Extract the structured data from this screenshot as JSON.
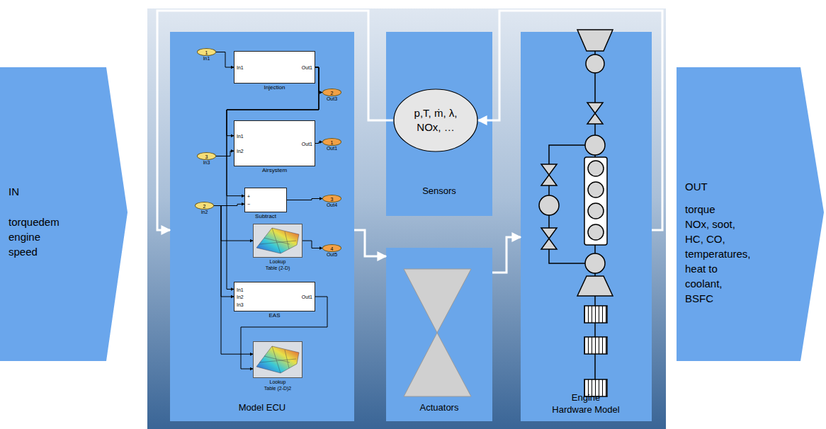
{
  "diagram": {
    "nodes": [
      {
        "text": [
          "IN",
          "torquedem engine speed"
        ]
      },
      {
        "text": [
          "Model ECU"
        ]
      },
      {
        "text": [
          "1",
          "In1"
        ],
        "in": 1
      },
      {
        "text": [
          "In1",
          "Out1",
          "Injection"
        ],
        "in": 1
      },
      {
        "text": [
          "2",
          "Out3"
        ],
        "in": 1
      },
      {
        "text": [
          "3",
          "In3"
        ],
        "in": 1
      },
      {
        "text": [
          "In1",
          "In2",
          "Out1",
          "Airsystem"
        ],
        "in": 1
      },
      {
        "text": [
          "1",
          "Out1"
        ],
        "in": 1
      },
      {
        "text": [
          "2",
          "In2"
        ],
        "in": 1
      },
      {
        "text": [
          "+",
          "−",
          "Subtract"
        ],
        "in": 1
      },
      {
        "text": [
          "3",
          "Out4"
        ],
        "in": 1
      },
      {
        "text": [
          "Lookup Table (2-D)"
        ],
        "in": 1
      },
      {
        "text": [
          "4",
          "Out5"
        ],
        "in": 1
      },
      {
        "text": [
          "In1",
          "In2",
          "In3",
          "Out1",
          "EAS"
        ],
        "in": 1
      },
      {
        "text": [
          "Lookup Table (2-D)2"
        ],
        "in": 1
      },
      {
        "text": [
          "Sensors"
        ]
      },
      {
        "text": [
          "p,T, ṁ, λ, NOx, …"
        ],
        "in": 15
      },
      {
        "text": [
          "Actuators"
        ]
      },
      {
        "text": [
          "Engine Hardware Model"
        ]
      },
      {
        "text": [
          "OUT",
          "torque",
          "NOx, soot, HC, CO, temperatures, heat to coolant, BSFC"
        ]
      }
    ],
    "edges": [
      {
        "from": 2,
        "to": 3,
        "arrow": "to"
      },
      {
        "from": 3,
        "to": 4,
        "arrow": "to"
      },
      {
        "from": 3,
        "to": 6,
        "arrow": "to"
      },
      {
        "from": 3,
        "to": 9,
        "arrow": "to"
      },
      {
        "from": 3,
        "to": 13,
        "arrow": "to"
      },
      {
        "from": 8,
        "to": 9,
        "arrow": "to"
      },
      {
        "from": 9,
        "to": 10,
        "arrow": "to"
      },
      {
        "from": 8,
        "to": 11,
        "arrow": "to"
      },
      {
        "from": 8,
        "to": 13,
        "arrow": "to"
      },
      {
        "from": 8,
        "to": 14,
        "arrow": "to"
      },
      {
        "from": 11,
        "to": 12,
        "arrow": "to"
      },
      {
        "from": 13,
        "to": 14,
        "arrow": "to"
      },
      {
        "from": 5,
        "to": 6,
        "arrow": "to"
      },
      {
        "from": 6,
        "to": 7,
        "arrow": "to"
      },
      {
        "from": 16,
        "to": 1,
        "arrow": "to"
      },
      {
        "from": 1,
        "to": 17,
        "arrow": "to"
      },
      {
        "from": 17,
        "to": 18,
        "arrow": "to"
      },
      {
        "from": 18,
        "to": 16,
        "arrow": "to"
      }
    ]
  }
}
